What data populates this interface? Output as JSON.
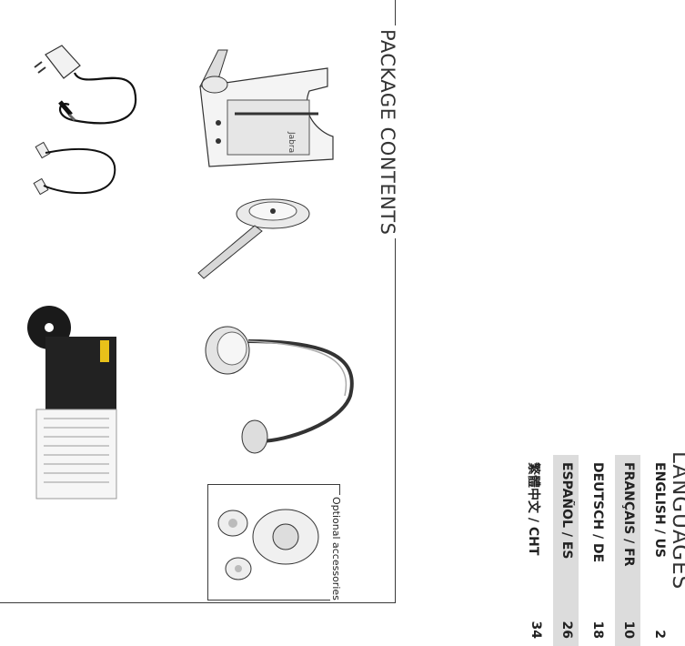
{
  "package": {
    "title": "PACKAGE CONTENTS",
    "optional_label": "Optional accessories",
    "brand": "Jabra"
  },
  "languages": {
    "title": "LANGUAGES",
    "items": [
      {
        "label": "ENGLISH / US",
        "page": "2"
      },
      {
        "label": "FRANÇAIS / FR",
        "page": "10"
      },
      {
        "label": "DEUTSCH / DE",
        "page": "18"
      },
      {
        "label": "ESPAÑOL / ES",
        "page": "26"
      },
      {
        "label": "繁體中文 / CHT",
        "page": "34"
      }
    ]
  }
}
